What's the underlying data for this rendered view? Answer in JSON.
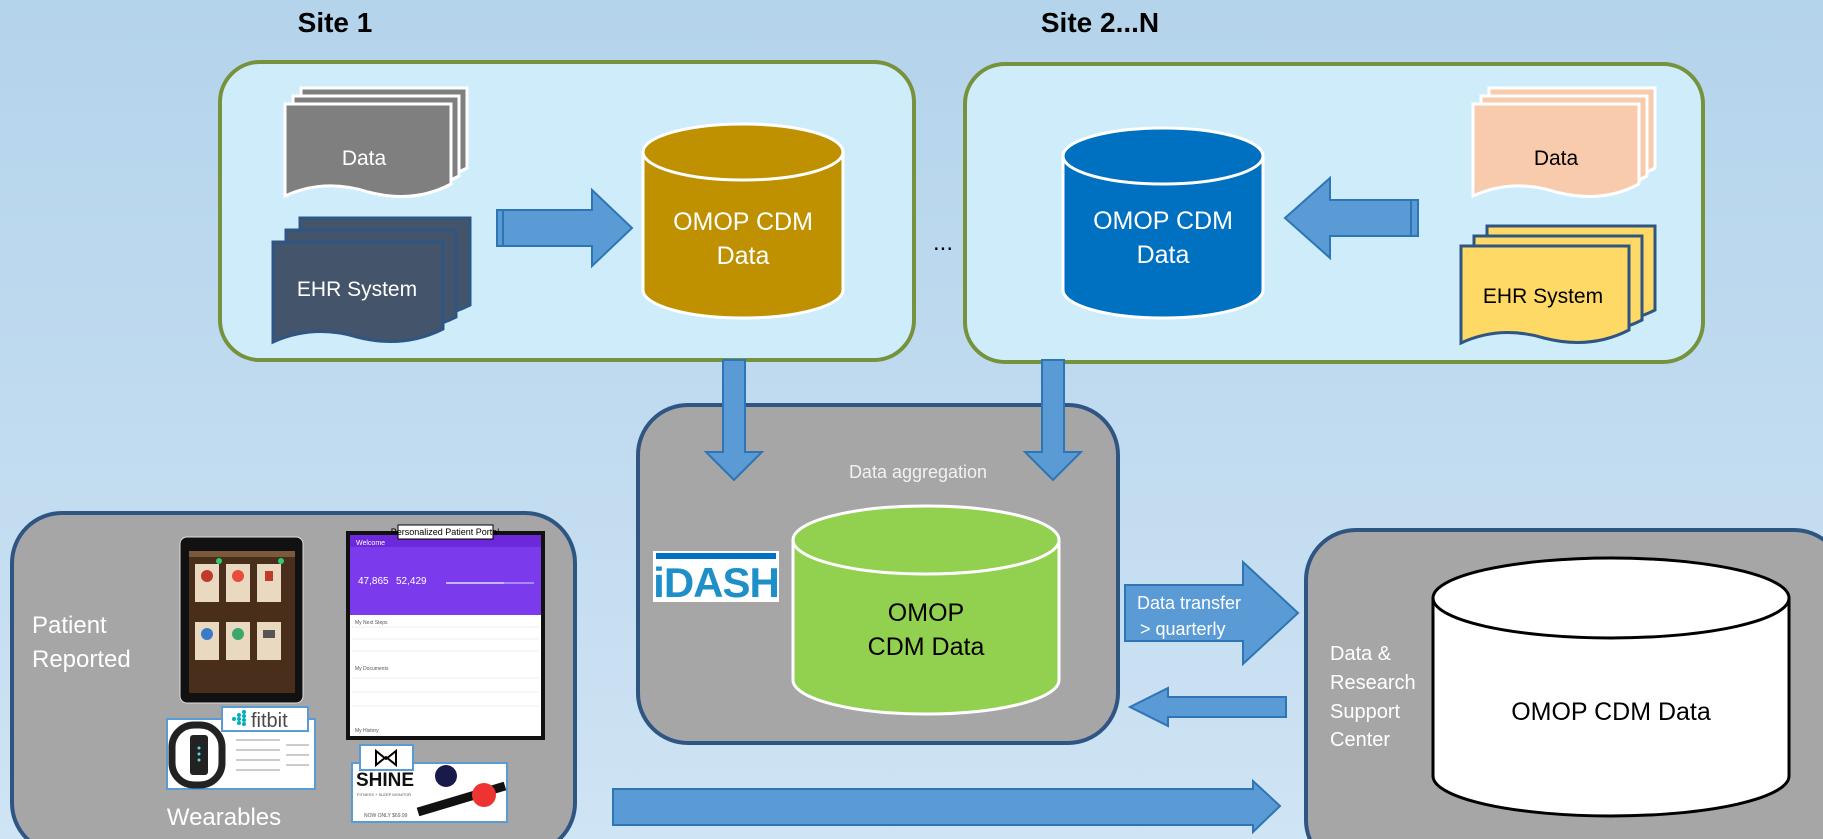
{
  "sites": {
    "site1_title": "Site 1",
    "site2_title": "Site 2...N",
    "ellipsis": "..."
  },
  "site1": {
    "data_label": "Data",
    "ehr_label": "EHR System",
    "db_line1": "OMOP CDM",
    "db_line2": "Data"
  },
  "site2": {
    "data_label": "Data",
    "ehr_label": "EHR System",
    "db_line1": "OMOP CDM",
    "db_line2": "Data"
  },
  "aggregation": {
    "title": "Data  aggregation",
    "logo_text": "iDASH",
    "db_line1": "OMOP",
    "db_line2": "CDM Data"
  },
  "transfer": {
    "line1": "Data  transfer",
    "line2": "> quarterly"
  },
  "research": {
    "label_lines": [
      "Data &",
      "Research",
      "Support",
      "Center"
    ],
    "db_label": "OMOP CDM Data"
  },
  "patient": {
    "label_line1": "Patient",
    "label_line2": "Reported",
    "wearables_label": "Wearables",
    "portal_title": "Personalized Patient Portal",
    "portal_brand": "Welcome",
    "portal_stat1": "47,865",
    "portal_stat2": "52,429",
    "portal_section1": "My Next Steps",
    "portal_section2": "My Documents",
    "portal_section3": "My History",
    "fitbit_label": "fitbit",
    "shine_label": "SHINE",
    "shine_tagline": "FITNESS + SLEEP MONITOR",
    "shine_price": "NOW ONLY $69.99"
  },
  "colors": {
    "site_border": "#76923c",
    "site_fill": "#cfecfb",
    "gray_box": "#a6a6a6",
    "navy_border": "#2f5583",
    "arrow": "#5b9bd5",
    "db_gold": "#bf9000",
    "db_blue": "#0070c0",
    "db_green": "#92d050"
  }
}
